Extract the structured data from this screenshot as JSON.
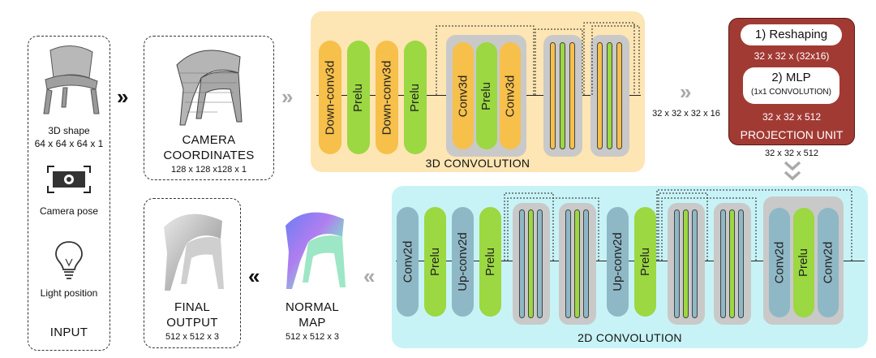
{
  "input": {
    "shape_label": "3D shape",
    "shape_dims": "64 x 64 x 64 x 1",
    "camera_label": "Camera pose",
    "light_label": "Light position",
    "title": "INPUT"
  },
  "camera_coords": {
    "title_line1": "CAMERA",
    "title_line2": "COORDINATES",
    "dims": "128 x 128 x128 x 1"
  },
  "conv3d": {
    "title": "3D CONVOLUTION",
    "blocks": [
      "Down-conv3d",
      "Prelu",
      "Down-conv3d",
      "Prelu"
    ],
    "res_block": [
      "Conv3d",
      "Prelu",
      "Conv3d"
    ],
    "output_dims": "32 x 32 x 32 x 16"
  },
  "projection": {
    "step1": "1) Reshaping",
    "dims1": "32 x 32 x  (32x16)",
    "step2": "2) MLP",
    "step2_sub": "(1x1 CONVOLUTION)",
    "dims2": "32 x 32 x 512",
    "title": "PROJECTION UNIT",
    "output_dims": "32 x 32 x 512"
  },
  "conv2d": {
    "title": "2D CONVOLUTION",
    "blocks_a": [
      "Conv2d",
      "Prelu",
      "Up-conv2d",
      "Prelu"
    ],
    "blocks_b": [
      "Up-conv2d",
      "Prelu"
    ],
    "res_block": [
      "Conv2d",
      "Prelu",
      "Conv2d"
    ]
  },
  "normal_map": {
    "title_line1": "NORMAL",
    "title_line2": "MAP",
    "dims": "512 x 512 x 3"
  },
  "final_output": {
    "title_line1": "FINAL",
    "title_line2": "OUTPUT",
    "dims": "512 x 512 x 3"
  },
  "colors": {
    "conv3d_panel": "#fde5b4",
    "conv2d_panel": "#c8f3f6",
    "projection_unit": "#a23a34",
    "orange_block": "#f7c04a",
    "green_block": "#9bd841",
    "blue_block": "#8fb8c6"
  }
}
